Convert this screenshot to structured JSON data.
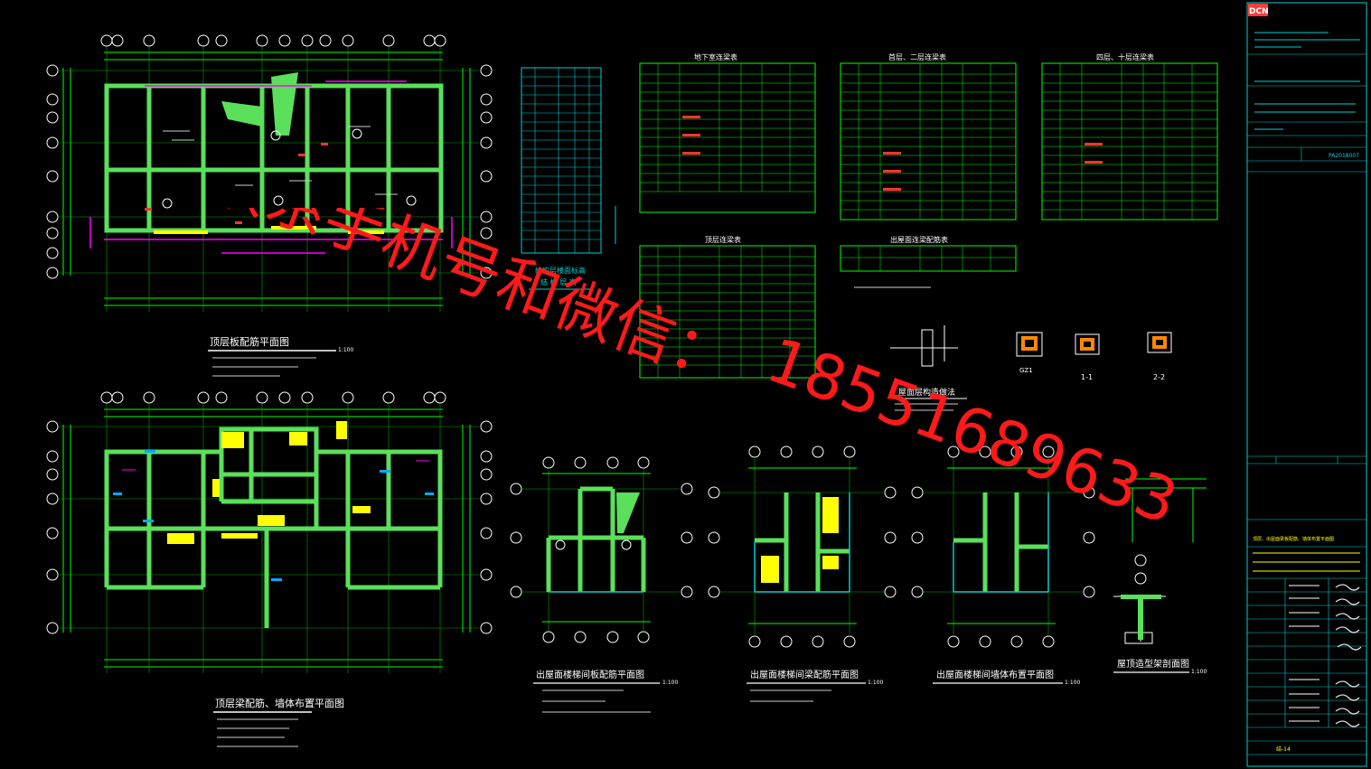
{
  "plans": {
    "roof_slab": "顶层板配筋平面图",
    "roof_beam": "顶层梁配筋、墙体布置平面图",
    "stair_slab": "出屋面楼梯间板配筋平面图",
    "stair_beam": "出屋面楼梯间梁配筋平面图",
    "stair_wall": "出屋面楼梯间墙体布置平面图",
    "parapet": "屋顶造型架剖面图",
    "scale": "1:100"
  },
  "tables": {
    "t1": "地下室连梁表",
    "t2": "首层、二层连梁表",
    "t3": "四层、十层连梁表",
    "t4": "顶层连梁表",
    "t5": "出屋面连梁配筋表"
  },
  "details": {
    "label_a": "1-1",
    "label_b": "2-2",
    "label_c": "GZ1",
    "section_title": "屋面层构造做法"
  },
  "level_table": {
    "title": "结构层楼面标高",
    "subtitle": "结 构 层 高"
  },
  "title_block": {
    "logo": "DCN",
    "project_no": "PA2018007",
    "drawing_title": "顶层、出屋面梁板配筋、墙体布置平面图",
    "drawing_no": "结-14"
  },
  "watermark": {
    "line1": "联系手机号和微信：",
    "line2": "18551689633"
  },
  "colors": {
    "background": "#000000",
    "grid": "#00ff00",
    "wall": "#5ae05a",
    "text": "#ffffff",
    "annotation": "#ffff00",
    "magenta": "#ff00ff",
    "watermark": "#ff0000"
  }
}
